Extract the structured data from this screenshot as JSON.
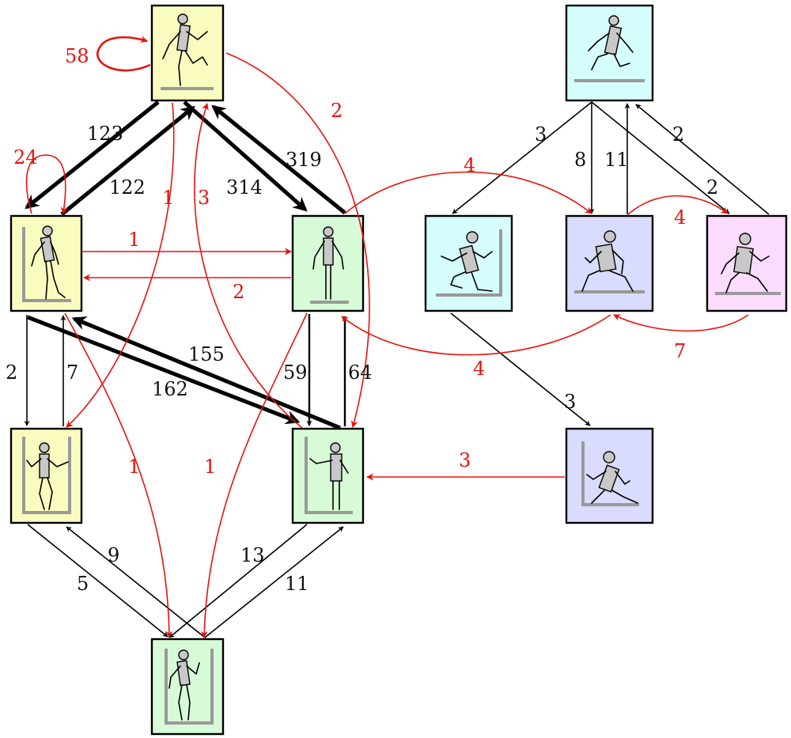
{
  "colors": {
    "yellow": "#fafcbf",
    "green": "#d7fbd6",
    "cyan": "#d5fdfc",
    "lavender": "#d9dbff",
    "pink": "#fcdcfd",
    "black_edge": "#000000",
    "red_edge": "#e8120c",
    "wall_gray": "#999999"
  },
  "edge_labels": {
    "self_top": "58",
    "self_left": "24",
    "top_to_left": "123",
    "left_to_top": "122",
    "top_to_mid": "314",
    "mid_to_top": "319",
    "top_to_lowleft_red": "1",
    "lowmid_to_top_red": "3",
    "top_to_lowmid_red": "2",
    "left_to_mid_red": "1",
    "mid_to_left_red": "2",
    "left_to_lowleft": "2",
    "lowleft_to_left": "7",
    "lowmid_to_left": "155",
    "left_to_lowmid": "162",
    "mid_to_lowmid": "59",
    "lowmid_to_mid": "64",
    "left_to_bottom_red": "1",
    "mid_to_bottom_red": "1",
    "lowleft_to_bottom": "5",
    "bottom_to_lowleft": "9",
    "lowmid_to_bottom": "13",
    "bottom_to_lowmid": "11",
    "mid_to_kneel_red": "4",
    "jump_to_wallcrouch": "3",
    "jump_to_kneel": "8",
    "kneel_to_jump": "11",
    "jump_to_pink": "2",
    "pink_to_jump": "2",
    "kneel_to_pink_red": "4",
    "pink_to_kneel_red": "7",
    "kneel_to_mid_red": "4",
    "wallcrouch_to_sit": "3",
    "sit_to_lowmid_red": "3"
  }
}
